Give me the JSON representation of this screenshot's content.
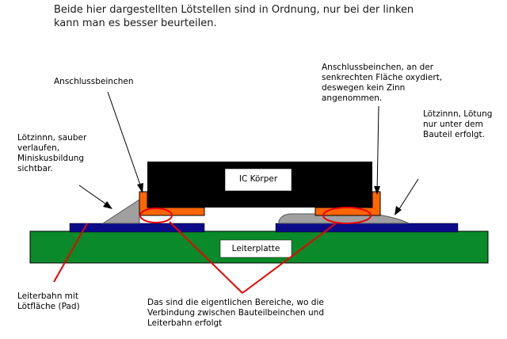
{
  "heading": "Beide hier dargestellten Lötstellen sind in Ordnung, nur bei der linken\nkann man es besser beurteilen.",
  "labels": {
    "pin_left": "Anschlussbeinchen",
    "pin_right": "Anschlussbeinchen, an der\nsenkrechten Fläche oxydiert,\ndeswegen kein Zinn\nangenommen.",
    "solder_left": "Lötzinnn, sauber\nverlaufen,\nMiniskusbildung\nsichtbar.",
    "solder_right": "Lötzinnn, Lötung\nnur unter dem\nBauteil erfolgt.",
    "ic_body": "IC Körper",
    "pcb": "Leiterplatte",
    "trace": "Leiterbahn mit\nLötfläche (Pad)",
    "contact_area": "Das sind die eigentlichen Bereiche, wo die\nVerbindung zwischen Bauteilbeinchen und\nLeiterbahn erfolgt"
  },
  "colors": {
    "pcb": "#0a8a2a",
    "pad": "#0b0b8a",
    "ic": "#000000",
    "pin": "#ff6600",
    "solder": "#a0a0a0",
    "highlight": "#ee0000"
  }
}
